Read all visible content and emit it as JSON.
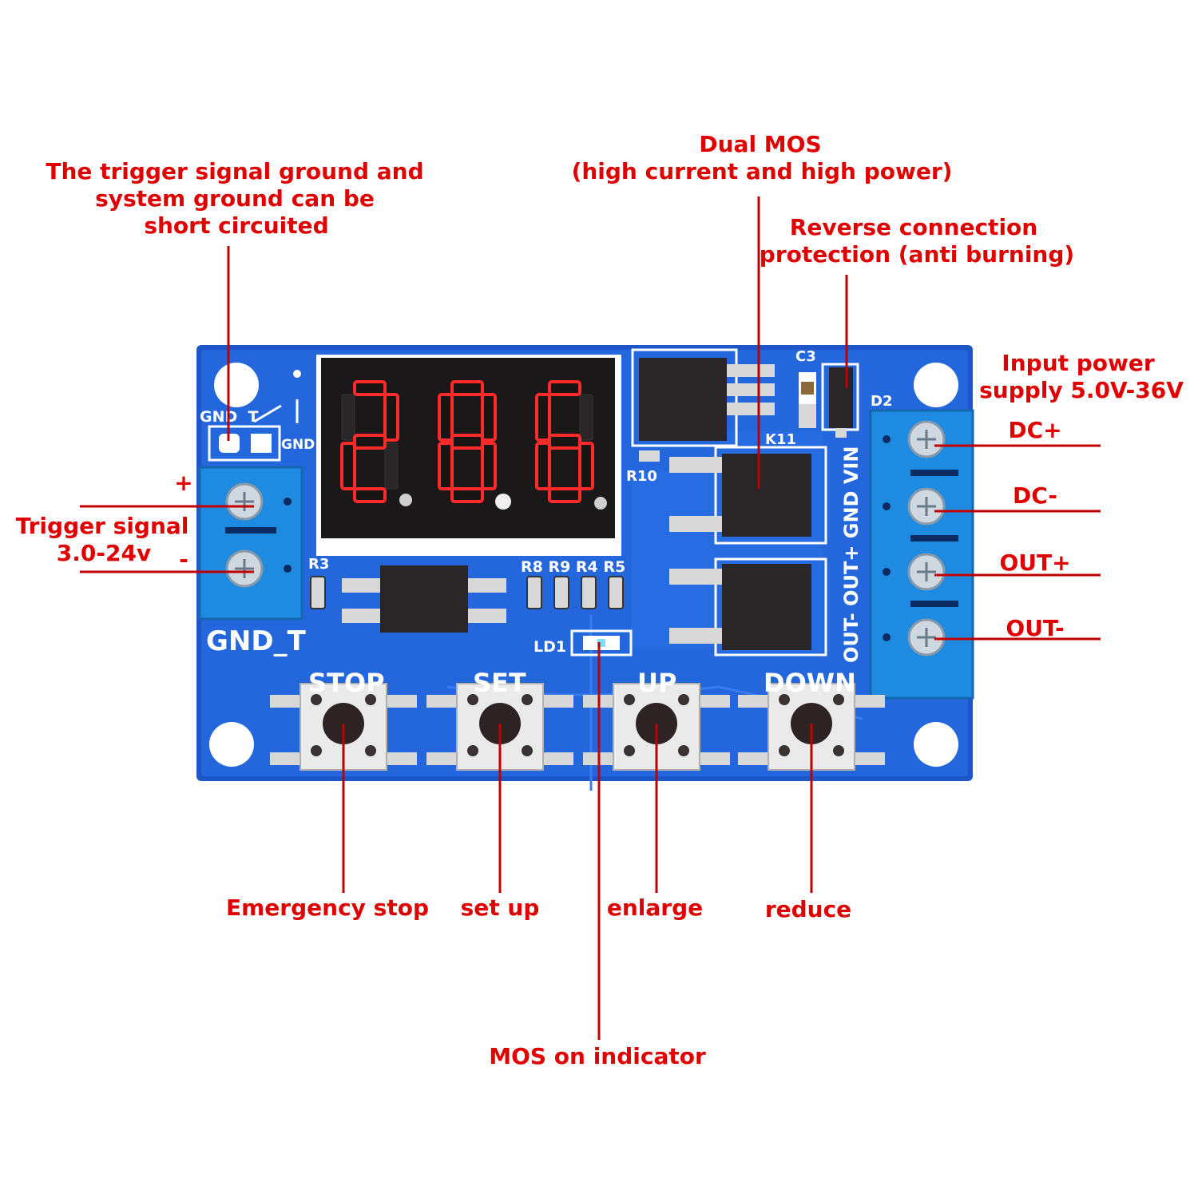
{
  "callouts": {
    "trigger_ground": [
      "The trigger signal ground and",
      "system ground can be",
      "short circuited"
    ],
    "dual_mos": [
      "Dual MOS",
      "(high current and high power)"
    ],
    "reverse_protection": [
      "Reverse connection",
      "protection (anti burning)"
    ],
    "input_power": [
      "Input power",
      "supply 5.0V-36V"
    ],
    "dc_plus": "DC+",
    "dc_minus": "DC-",
    "out_plus": "OUT+",
    "out_minus": "OUT-",
    "trigger_signal": [
      "Trigger signal",
      "3.0-24v"
    ],
    "trigger_plus": "+",
    "trigger_minus": "-",
    "emergency_stop": "Emergency stop",
    "set_up": "set up",
    "enlarge": "enlarge",
    "reduce": "reduce",
    "mos_indicator": "MOS on indicator"
  },
  "board": {
    "display_digits": [
      "2",
      "8",
      "6"
    ],
    "silkscreen": {
      "gnd_t_header": "GND  T",
      "gnd": "GND",
      "gnd_t": "GND_T",
      "r3": "R3",
      "r8_r9_r4_r5": "R8 R9 R4 R5",
      "ld1": "LD1",
      "r10": "R10",
      "c3": "C3",
      "d2": "D2",
      "k11": "K11",
      "terminal_labels": "OUT- OUT+ GND VIN",
      "stop": "STOP",
      "set": "SET",
      "up": "UP",
      "down": "DOWN"
    },
    "colors": {
      "pcb": "#1f5fd6",
      "segment": "#ff2a2a",
      "callout": "#e00000"
    }
  }
}
